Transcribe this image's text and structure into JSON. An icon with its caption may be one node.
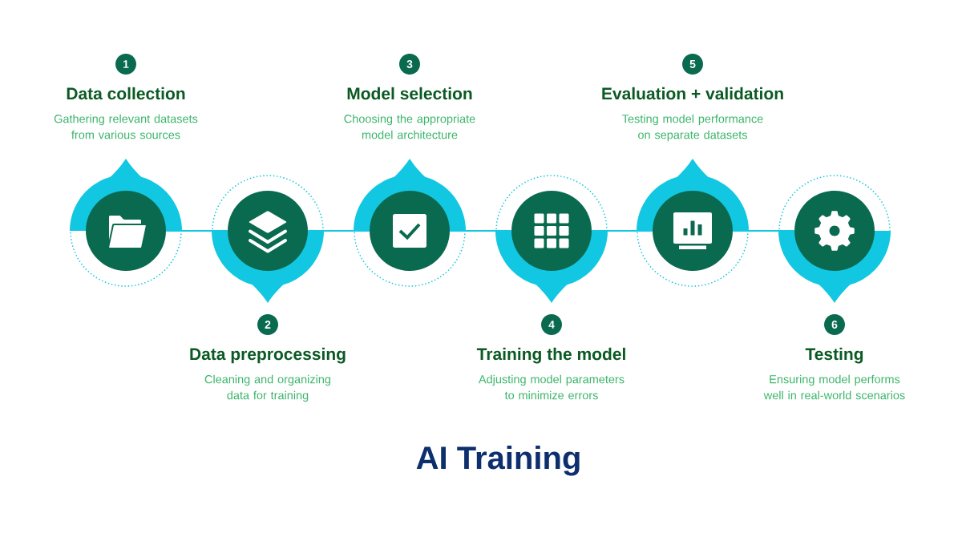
{
  "diagram": {
    "title": "AI Training",
    "nodes": [
      {
        "text": [
          "1"
        ],
        "beside": [
          "Data collection",
          "Gathering relevant datasets from various sources"
        ]
      },
      {
        "text": [],
        "shape": "circle"
      },
      {
        "text": [
          "2"
        ],
        "beside": [
          "Data preprocessing",
          "Cleaning and organizing data for training"
        ]
      },
      {
        "text": [],
        "shape": "circle"
      },
      {
        "text": [
          "3"
        ],
        "beside": [
          "Model selection",
          "Choosing the appropriate model architecture"
        ]
      },
      {
        "text": [],
        "shape": "circle"
      },
      {
        "text": [
          "4"
        ],
        "beside": [
          "Training the model",
          "Adjusting model parameters to minimize errors"
        ]
      },
      {
        "text": [],
        "shape": "circle"
      },
      {
        "text": [
          "5"
        ],
        "beside": [
          "Evaluation + validation",
          "Testing model performance on separate datasets"
        ]
      },
      {
        "text": [],
        "shape": "circle"
      },
      {
        "text": [
          "6"
        ],
        "beside": [
          "Testing",
          "Ensuring model performs well in real-world scenarios"
        ]
      },
      {
        "text": [],
        "shape": "circle"
      }
    ],
    "edges": [
      {
        "from": 1,
        "to": 3,
        "arrow": "none"
      },
      {
        "from": 3,
        "to": 5,
        "arrow": "none"
      },
      {
        "from": 5,
        "to": 7,
        "arrow": "none"
      },
      {
        "from": 7,
        "to": 9,
        "arrow": "none"
      },
      {
        "from": 9,
        "to": 11,
        "arrow": "none"
      }
    ]
  }
}
